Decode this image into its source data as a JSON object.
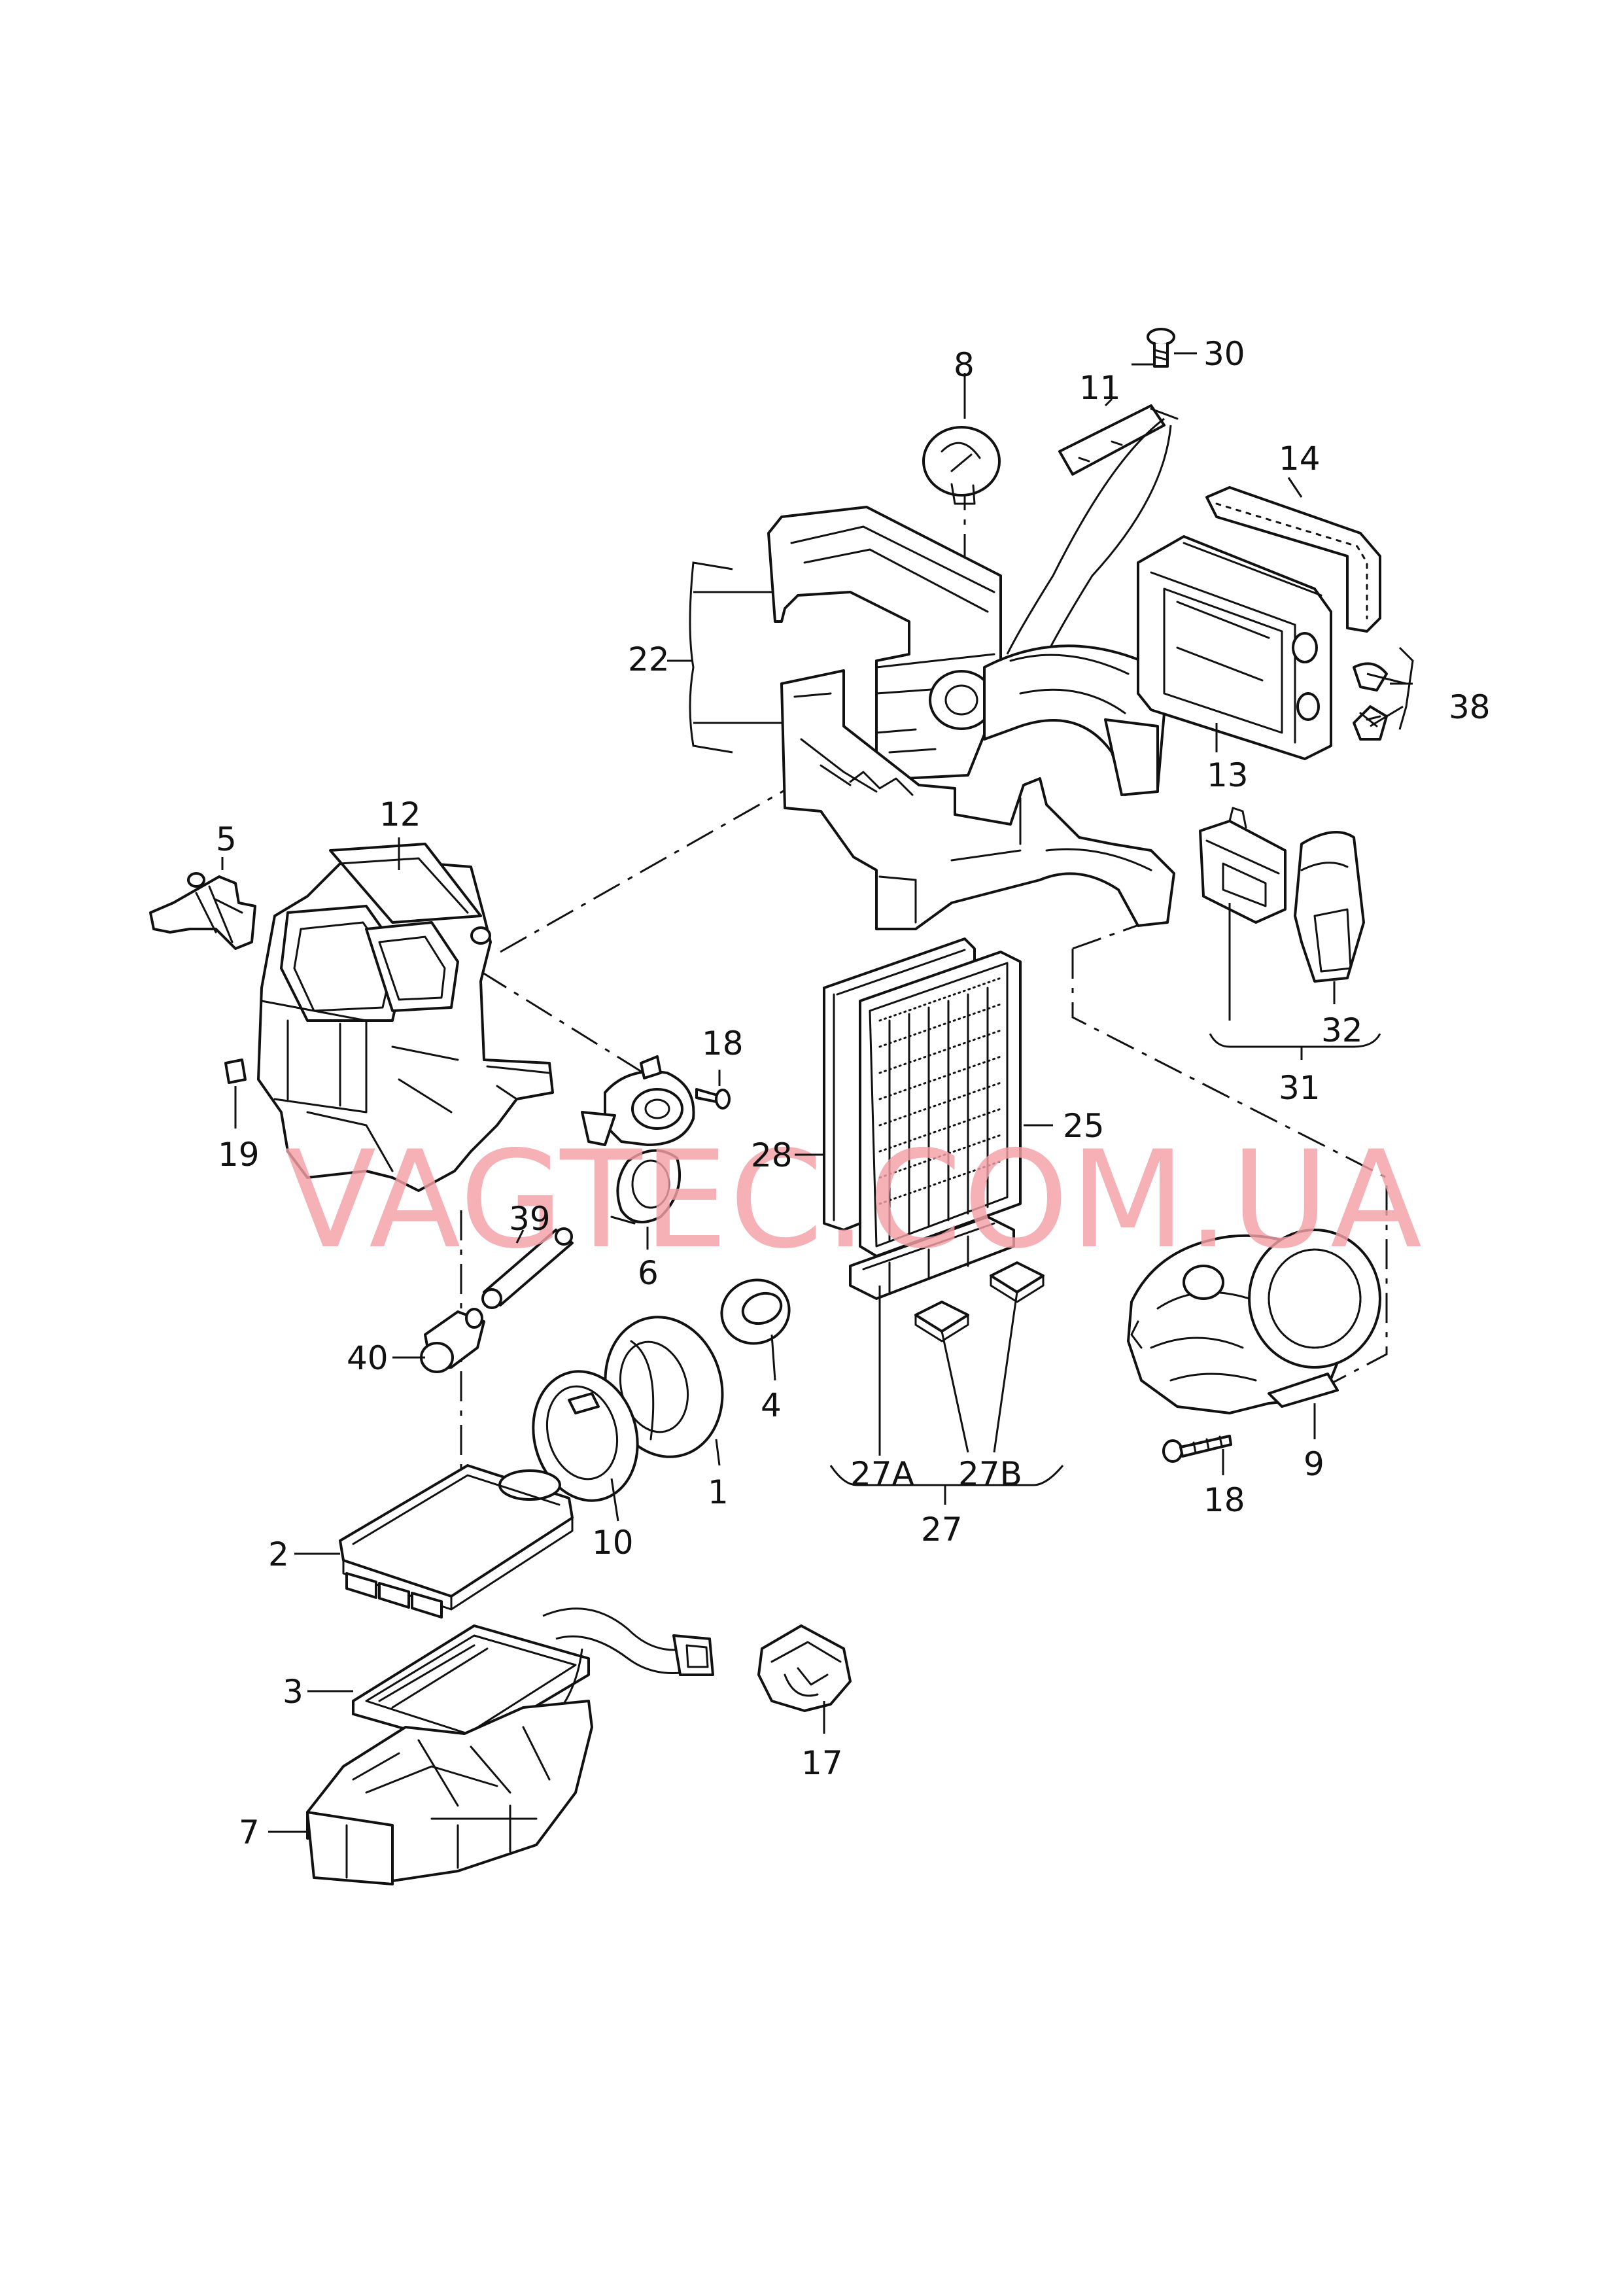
{
  "watermark": "VAGTEC.COM.UA",
  "accent_color": "#f4a0a6",
  "callouts": {
    "c1": "1",
    "c2": "2",
    "c3": "3",
    "c4": "4",
    "c5": "5",
    "c6": "6",
    "c7": "7",
    "c8": "8",
    "c9": "9",
    "c10": "10",
    "c11": "11",
    "c12": "12",
    "c13": "13",
    "c14": "14",
    "c17": "17",
    "c18a": "18",
    "c18b": "18",
    "c19": "19",
    "c22": "22",
    "c25": "25",
    "c27": "27",
    "c27a": "27A",
    "c27b": "27B",
    "c28": "28",
    "c30": "30",
    "c31": "31",
    "c32": "32",
    "c38": "38",
    "c39": "39",
    "c40": "40"
  }
}
